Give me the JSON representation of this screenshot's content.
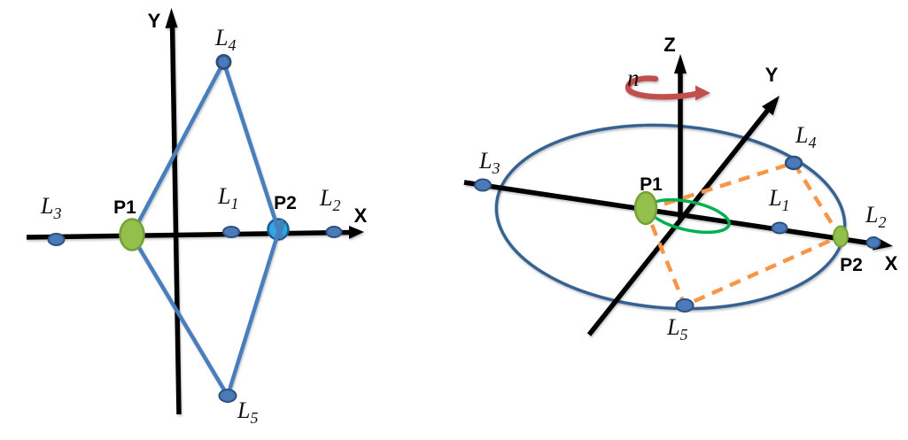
{
  "colors": {
    "axis": "#000000",
    "rhombus_blue": "#4a7ebd",
    "orbit_blue": "#36608f",
    "marker_blue": "#4b7ab8",
    "marker_blue_dark": "#2e5180",
    "green_body": "#93c04c",
    "green_body_dark": "#74a036",
    "cyan_body": "#2fa8dd",
    "cyan_body_dark": "#1d5a96",
    "orange_dash": "#f79646",
    "green_orbit": "#00b050",
    "red_rotation": "#c0504d"
  },
  "left_panel": {
    "axes": {
      "x_label": "X",
      "y_label": "Y"
    },
    "primaries": {
      "p1_label": "P1",
      "p2_label": "P2"
    },
    "lagrange_points": {
      "l1": {
        "base": "L",
        "sub": "1"
      },
      "l2": {
        "base": "L",
        "sub": "2"
      },
      "l3": {
        "base": "L",
        "sub": "3"
      },
      "l4": {
        "base": "L",
        "sub": "4"
      },
      "l5": {
        "base": "L",
        "sub": "5"
      }
    }
  },
  "right_panel": {
    "axes": {
      "x_label": "X",
      "y_label": "Y",
      "z_label": "Z"
    },
    "rotation_rate_label": "n",
    "primaries": {
      "p1_label": "P1",
      "p2_label": "P2"
    },
    "lagrange_points": {
      "l1": {
        "base": "L",
        "sub": "1"
      },
      "l2": {
        "base": "L",
        "sub": "2"
      },
      "l3": {
        "base": "L",
        "sub": "3"
      },
      "l4": {
        "base": "L",
        "sub": "4"
      },
      "l5": {
        "base": "L",
        "sub": "5"
      }
    }
  }
}
